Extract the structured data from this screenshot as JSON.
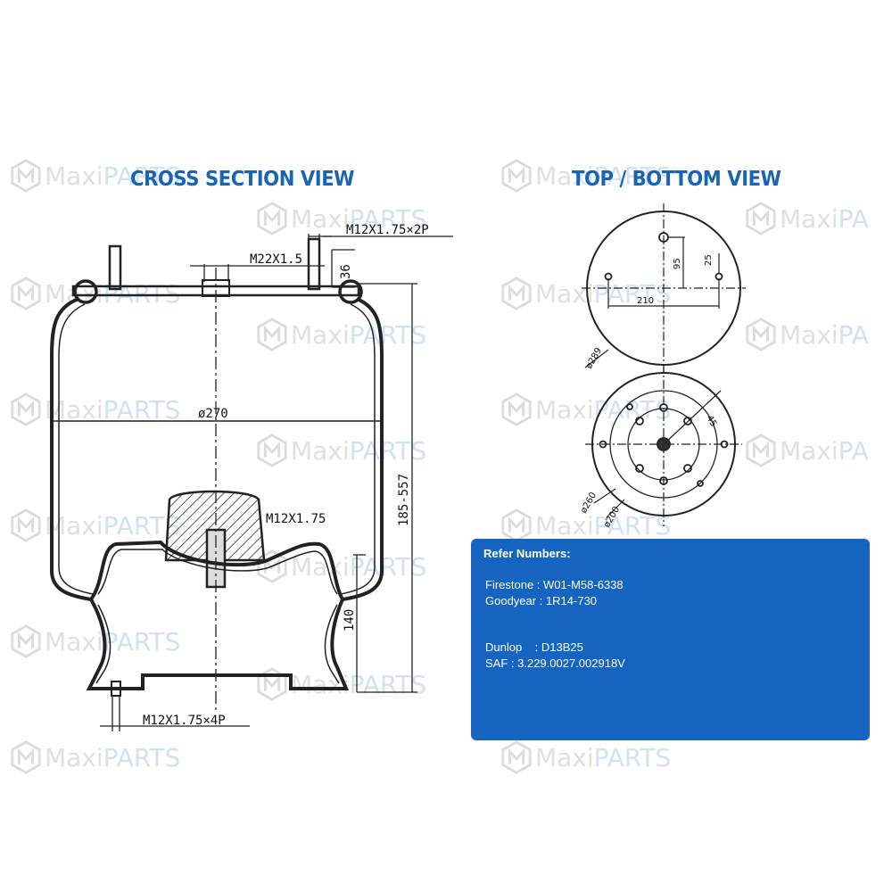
{
  "titles": {
    "cross_section": "CROSS SECTION VIEW",
    "top_bottom": "TOP / BOTTOM VIEW"
  },
  "watermark": {
    "brand_a": "Maxi",
    "brand_b": "PARTS",
    "brand_b_short": "PA"
  },
  "cross_section_labels": {
    "top_stud": "M12X1.75×2P",
    "center_thread": "M22X1.5",
    "stud_height": "36",
    "diameter": "ø270",
    "piston_thread": "M12X1.75",
    "height_range": "185-557",
    "piston_height": "140",
    "bottom_studs": "M12X1.75×4P"
  },
  "top_view_labels": {
    "d95": "95",
    "d25": "25",
    "d210": "210",
    "d289": "ø289"
  },
  "bottom_view_labels": {
    "d45": "45",
    "d260": "ø260",
    "d200": "ø200"
  },
  "refer": {
    "heading": "Refer Numbers:",
    "lines": [
      "Firestone : W01-M58-6338",
      "Goodyear : 1R14-730",
      "Dunlop    : D13B25",
      "SAF  : 3.229.0027.002918V"
    ]
  },
  "colors": {
    "title_blue": "#1a64b4",
    "box_blue": "#1565c0",
    "watermark_blue": "#3a7bd5",
    "watermark_grey": "#777777"
  }
}
